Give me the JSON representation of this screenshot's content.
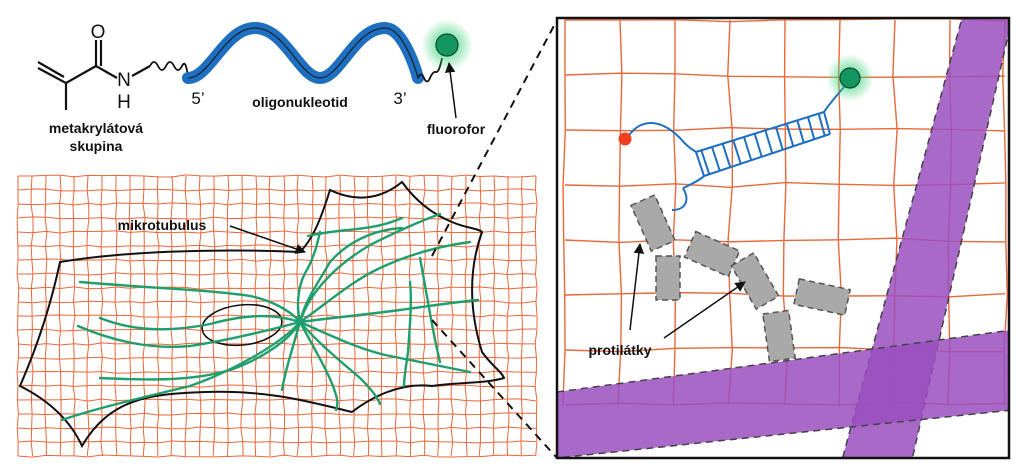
{
  "molecule": {
    "atom_o": "O",
    "atom_n": "N",
    "atom_h": "H",
    "prime_5": "5’",
    "prime_3": "3’",
    "oligo_label": "oligonukleotid",
    "fluorophore_label": "fluorofor",
    "methacrylate_label_line1": "metakrylátová",
    "methacrylate_label_line2": "skupina"
  },
  "cell": {
    "microtubule_label": "mikrotubulus"
  },
  "zoom": {
    "antibodies_label": "protilátky"
  },
  "colors": {
    "gel_grid": "#e8683a",
    "microtubule": "#1f9e6e",
    "dna": "#1e6fc0",
    "fluorophore": "#149660",
    "fluorophore_glow": "#3cd27a",
    "quencher_dot": "#ee4020",
    "antibody": "#a9a9a9",
    "tubulin_bundle": "#9a4fc0"
  }
}
